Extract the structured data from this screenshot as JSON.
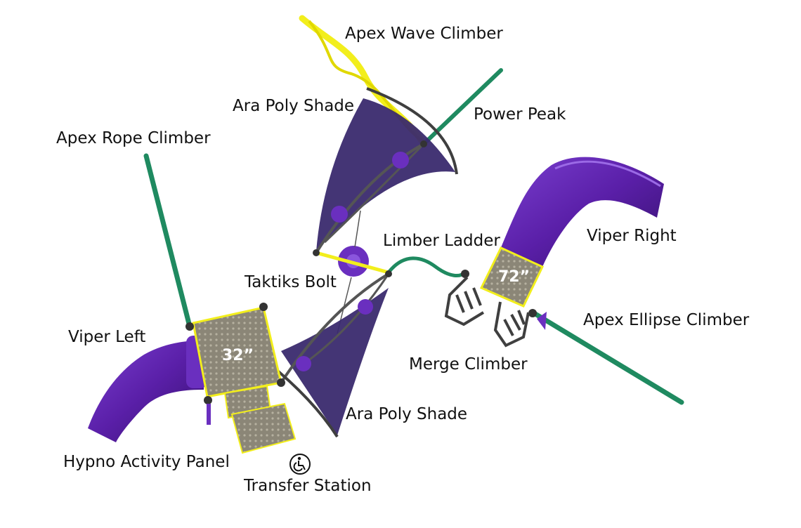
{
  "labels": {
    "apex_wave_climber": "Apex Wave Climber",
    "ara_poly_shade_top": "Ara Poly Shade",
    "power_peak": "Power Peak",
    "apex_rope_climber": "Apex Rope Climber",
    "limber_ladder": "Limber Ladder",
    "viper_right": "Viper Right",
    "taktiks_bolt": "Taktiks Bolt",
    "viper_left": "Viper Left",
    "apex_ellipse_climber": "Apex Ellipse Climber",
    "merge_climber": "Merge Climber",
    "ara_poly_shade_bottom": "Ara Poly Shade",
    "hypno_activity_panel": "Hypno Activity Panel",
    "transfer_station": "Transfer Station"
  },
  "deck_heights": {
    "left_deck": "32”",
    "right_deck": "72”"
  },
  "icons": {
    "accessibility": "wheelchair-icon"
  },
  "colors": {
    "purple": "#5a1fa8",
    "purple_dark": "#3c0f78",
    "shade": "#3a2a6e",
    "green": "#1f8a60",
    "yellow": "#f2ee1c",
    "deck": "#8b8677",
    "frame": "#3f3f3f"
  }
}
